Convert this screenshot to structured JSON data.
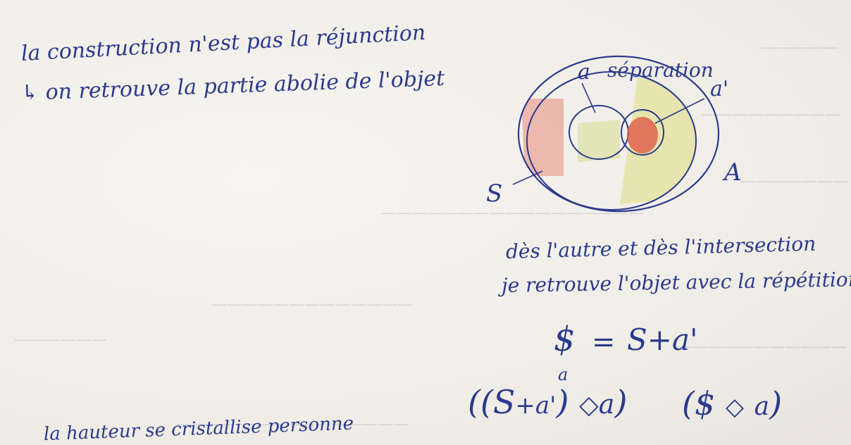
{
  "notes": {
    "line1": "la construction n'est pas la réjunction",
    "line2": "↳ on retrouve la partie abolie de l'objet",
    "bottom_left": "la hauteur se cristallise personne"
  },
  "diagram": {
    "label_a": "a",
    "label_separation": "séparation",
    "label_a_prime": "a'",
    "label_S": "S",
    "label_A": "A"
  },
  "comments": {
    "line1": "dès l'autre et dès l'intersection",
    "line2": "je retrouve l'objet avec la répétition"
  },
  "formulas": {
    "barred_S": "$",
    "equals": "=",
    "rhs": "S+a'",
    "subscript_a": "a",
    "f2_open": "((",
    "f2_S": "S",
    "f2_plus": "+a'",
    "f2_close1": ")",
    "f2_lozenge": "◇",
    "f2_a": "a",
    "f2_close2": ")",
    "f3_open": "(",
    "f3_S": "$",
    "f3_lozenge": "◇",
    "f3_a": "a",
    "f3_close": ")"
  },
  "colors": {
    "ink": "#2b3a8c",
    "red": "#e24a3a",
    "yellow": "#d9d86a",
    "paper": "#f3f1ec"
  }
}
